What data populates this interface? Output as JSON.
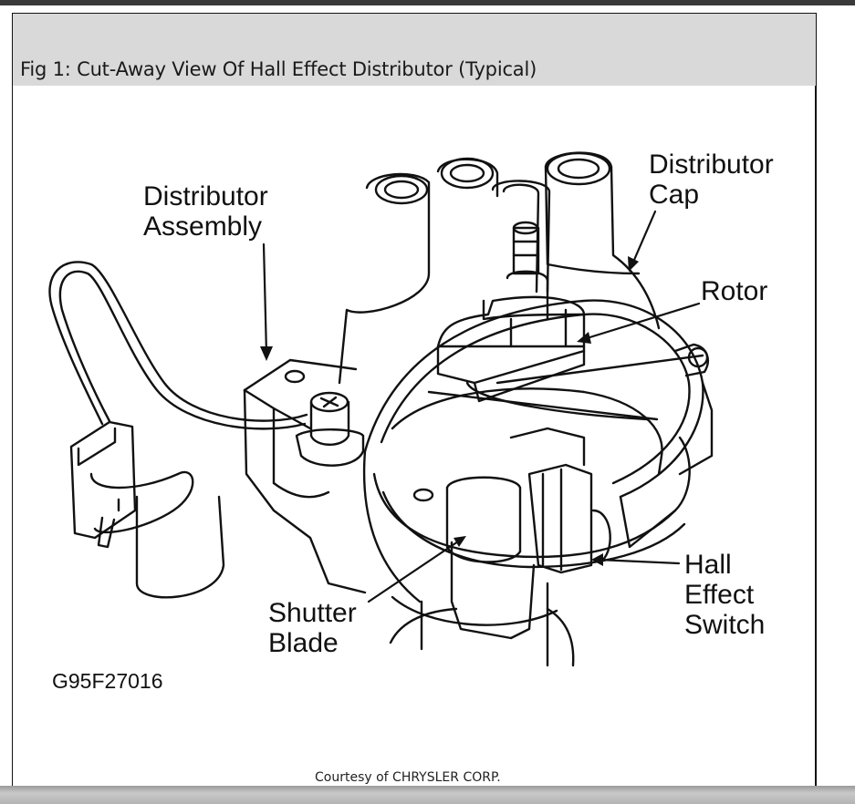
{
  "figure": {
    "caption": "Fig 1: Cut-Away View Of Hall Effect Distributor (Typical)",
    "figure_id": "G95F27016",
    "courtesy": "Courtesy of CHRYSLER CORP."
  },
  "labels": {
    "distributor_assembly": "Distributor\nAssembly",
    "distributor_cap": "Distributor\nCap",
    "rotor": "Rotor",
    "shutter_blade": "Shutter\nBlade",
    "hall_effect_switch": "Hall\nEffect\nSwitch"
  }
}
